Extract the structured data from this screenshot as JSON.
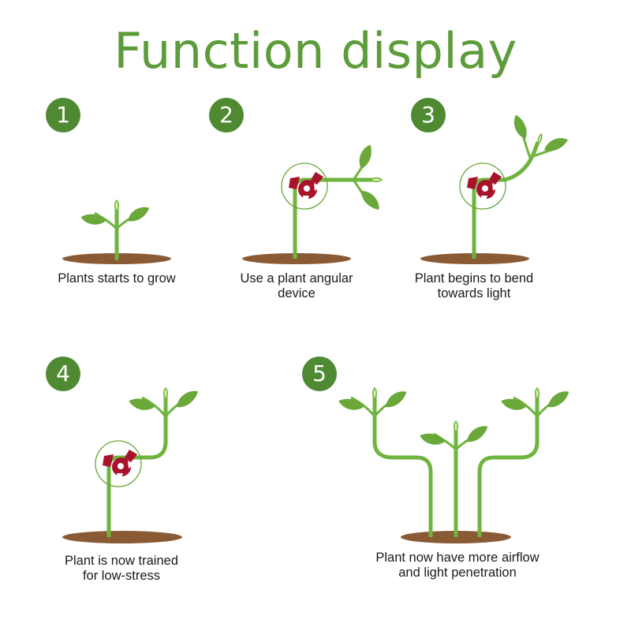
{
  "title": "Function display",
  "steps": [
    {
      "number": "1",
      "caption": [
        "Plants starts to grow",
        ""
      ]
    },
    {
      "number": "2",
      "caption": [
        "Use a plant angular",
        "device"
      ]
    },
    {
      "number": "3",
      "caption": [
        "Plant begins to bend",
        "towards light"
      ]
    },
    {
      "number": "4",
      "caption": [
        "Plant is now trained",
        "for low-stress"
      ]
    },
    {
      "number": "5",
      "caption": [
        "Plant now have more airflow",
        "and light penetration"
      ]
    }
  ],
  "colors": {
    "title": "#5c9c3a",
    "badge": "#4f8a32",
    "stem": "#6fb43f",
    "leaf": "#6aa83a",
    "leaf_vein": "#ffffff",
    "bud": "#d8f0a8",
    "soil": "#8a5a34",
    "clip": "#a8122a",
    "ring": "#6aa83a"
  }
}
